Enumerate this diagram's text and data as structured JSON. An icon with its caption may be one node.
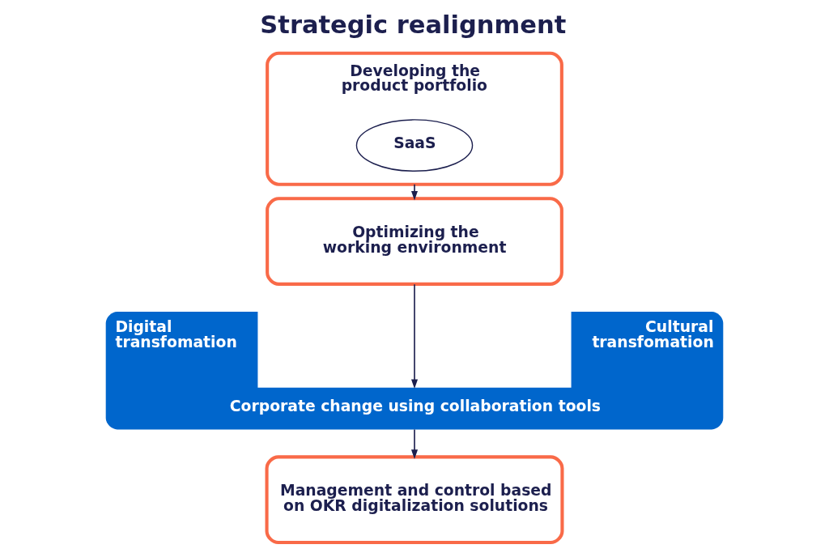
{
  "diagram": {
    "title": "Strategic realignment",
    "nodes": [
      {
        "text": [
          "Developing the product portfolio"
        ]
      },
      {
        "text": [
          "SaaS"
        ],
        "in": 0
      },
      {
        "text": [
          "Optimizing the working environment"
        ]
      },
      {
        "text": [
          "Digital transfomation",
          "Cultural transfomation",
          "Corporate change using collaboration tools"
        ]
      },
      {
        "text": [
          "Management and control based on OKR digitalization solutions"
        ]
      }
    ],
    "edges": [
      {
        "from": 0,
        "to": 2,
        "arrow": "to"
      },
      {
        "from": 2,
        "to": 3,
        "arrow": "to"
      },
      {
        "from": 3,
        "to": 4,
        "arrow": "to"
      }
    ]
  }
}
